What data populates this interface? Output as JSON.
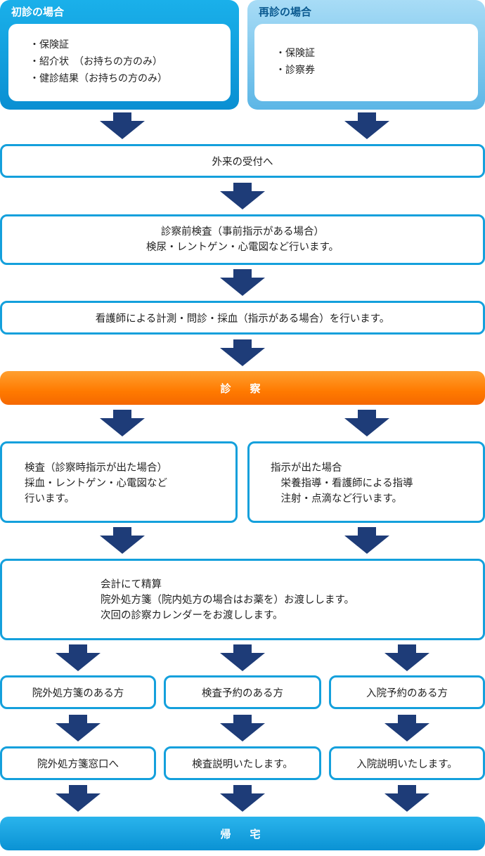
{
  "first_visit": {
    "title": "初診の場合",
    "items": [
      "・保険証",
      "・紹介状　（お持ちの方のみ）",
      "・健診結果（お持ちの方のみ）"
    ]
  },
  "return_visit": {
    "title": "再診の場合",
    "items": [
      "・保険証",
      "・診察券"
    ]
  },
  "reception": "外来の受付へ",
  "pre_exam": [
    "診察前検査（事前指示がある場合）",
    "検尿・レントゲン・心電図など行います。"
  ],
  "nurse_check": "看護師による計測・問診・採血（指示がある場合）を行います。",
  "consultation": "診　察",
  "exam_left": [
    "検査（診察時指示が出た場合）",
    "採血・レントゲン・心電図など",
    "行います。"
  ],
  "exam_right": [
    "指示が出た場合",
    "　栄養指導・看護師による指導",
    "　注射・点滴など行います。"
  ],
  "payment": [
    "会計にて精算",
    "院外処方箋（院内処方の場合はお薬を）お渡しします。",
    "次回の診察カレンダーをお渡しします。"
  ],
  "branches": {
    "prescription": "院外処方箋のある方",
    "test_booking": "検査予約のある方",
    "admission_booking": "入院予約のある方"
  },
  "branch_next": {
    "prescription": "院外処方箋窓口へ",
    "test_booking": "検査説明いたします。",
    "admission_booking": "入院説明いたします。"
  },
  "go_home": "帰　宅",
  "colors": {
    "primary_blue": "#14a0dc",
    "arrow_navy": "#1e3c78",
    "consult_orange": "#ff7a00",
    "light_blue": "#7cc8ee"
  }
}
